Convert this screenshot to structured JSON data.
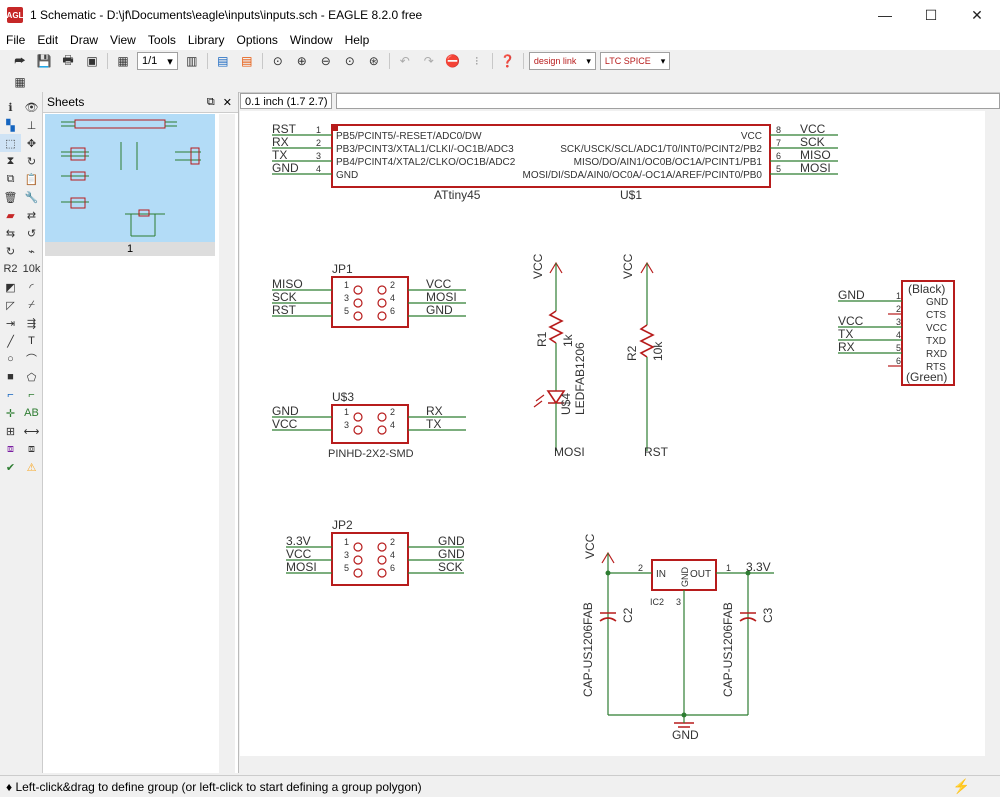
{
  "window": {
    "title": "1 Schematic - D:\\jf\\Documents\\eagle\\inputs\\inputs.sch - EAGLE 8.2.0 free",
    "app_icon": "EAGLE"
  },
  "menu": [
    "File",
    "Edit",
    "Draw",
    "View",
    "Tools",
    "Library",
    "Options",
    "Window",
    "Help"
  ],
  "toolbar": {
    "sheet_select": "1/1",
    "design_link": "design link",
    "ltc_spice": "LTC SPICE"
  },
  "sheets_panel": {
    "title": "Sheets",
    "sheet_number": "1"
  },
  "command": {
    "coord": "0.1 inch (1.7 2.7)",
    "value": ""
  },
  "status": {
    "text": "♦ Left-click&drag to define group (or left-click to start defining a group polygon)"
  },
  "schematic": {
    "mcu": {
      "name": "ATtiny45",
      "ref": "U$1",
      "left_pins": [
        {
          "num": "1",
          "label": "PB5/PCINT5/-RESET/ADC0/DW",
          "net": "RST"
        },
        {
          "num": "2",
          "label": "PB3/PCINT3/XTAL1/CLKI/-OC1B/ADC3",
          "net": "RX"
        },
        {
          "num": "3",
          "label": "PB4/PCINT4/XTAL2/CLKO/OC1B/ADC2",
          "net": "TX"
        },
        {
          "num": "4",
          "label": "GND",
          "net": "GND"
        }
      ],
      "right_pins": [
        {
          "num": "8",
          "label": "VCC",
          "net": "VCC"
        },
        {
          "num": "7",
          "label": "SCK/USCK/SCL/ADC1/T0/INT0/PCINT2/PB2",
          "net": "SCK"
        },
        {
          "num": "6",
          "label": "MISO/DO/AIN1/OC0B/OC1A/PCINT1/PB1",
          "net": "MISO"
        },
        {
          "num": "5",
          "label": "MOSI/DI/SDA/AIN0/OC0A/-OC1A/AREF/PCINT0/PB0",
          "net": "MOSI"
        }
      ]
    },
    "jp1": {
      "name": "JP1",
      "left_nets": [
        "MISO",
        "SCK",
        "RST"
      ],
      "right_nets": [
        "VCC",
        "MOSI",
        "GND"
      ],
      "left_pins": [
        "1",
        "3",
        "5"
      ],
      "right_pins": [
        "2",
        "4",
        "6"
      ]
    },
    "u3": {
      "name": "U$3",
      "value": "PINHD-2X2-SMD",
      "left_nets": [
        "GND",
        "VCC"
      ],
      "right_nets": [
        "RX",
        "TX"
      ],
      "left_pins": [
        "1",
        "3"
      ],
      "right_pins": [
        "2",
        "4"
      ]
    },
    "jp2": {
      "name": "JP2",
      "left_nets": [
        "3.3V",
        "VCC",
        "MOSI"
      ],
      "right_nets": [
        "GND",
        "GND",
        "SCK"
      ],
      "left_pins": [
        "1",
        "3",
        "5"
      ],
      "right_pins": [
        "2",
        "4",
        "6"
      ]
    },
    "r1": {
      "name": "R1",
      "value": "1k",
      "top": "VCC"
    },
    "led": {
      "name": "U$4",
      "value": "LEDFAB1206",
      "bottom": "MOSI"
    },
    "r2": {
      "name": "R2",
      "value": "10k",
      "top": "VCC",
      "bottom": "RST"
    },
    "ftdi": {
      "top": "(Black)",
      "bottom": "(Green)",
      "pins": [
        {
          "num": "1",
          "label": "GND",
          "net": "GND"
        },
        {
          "num": "2",
          "label": "CTS",
          "net": ""
        },
        {
          "num": "3",
          "label": "VCC",
          "net": "VCC"
        },
        {
          "num": "4",
          "label": "TXD",
          "net": "TX"
        },
        {
          "num": "5",
          "label": "RXD",
          "net": "RX"
        },
        {
          "num": "6",
          "label": "RTS",
          "net": ""
        }
      ]
    },
    "reg": {
      "name": "IC2",
      "in": "IN",
      "gnd": "GND",
      "out": "OUT",
      "pin_in": "2",
      "pin_gnd": "3",
      "pin_out": "1",
      "in_net": "VCC",
      "out_net": "3.3V"
    },
    "c2": {
      "name": "C2",
      "value": "CAP-US1206FAB"
    },
    "c3": {
      "name": "C3",
      "value": "CAP-US1206FAB"
    },
    "gnd_symbol": "GND"
  },
  "colors": {
    "wire": "#2e7d32",
    "part": "#b71c1c",
    "text": "#333333",
    "selection": "#b3dcf7"
  }
}
